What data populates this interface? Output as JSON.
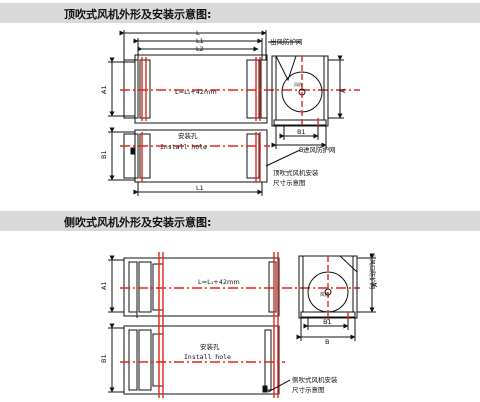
{
  "section1": {
    "heading": "顶吹式风机外形及安装示意图:",
    "dims": {
      "L": "L",
      "L1": "L1",
      "L2": "L2",
      "A": "A",
      "A1": "A1",
      "B": "B",
      "B1": "B1"
    },
    "center_label": "L=L₁+42mm",
    "outlet_label": "出风防护网",
    "inlet_label": "进风防护网",
    "fan_label": "风机",
    "hole_cn": "安装孔",
    "hole_en": "Install hole",
    "caption_1": "顶吹式风机安装",
    "caption_2": "尺寸示意图"
  },
  "section2": {
    "heading": "侧吹式风机外形及安装示意图:",
    "dims": {
      "A": "A",
      "A1": "A1",
      "B": "B",
      "B1": "B1"
    },
    "center_label": "L=L₁+42mm",
    "outlet_label": "出风口防护网",
    "fan_label": "风机",
    "hole_cn": "安装孔",
    "hole_en": "Install hole",
    "caption_1": "侧吹式风机安装",
    "caption_2": "尺寸示意图"
  },
  "colors": {
    "red": "#e0261c",
    "line": "#111111",
    "header_bg": "#d9d9d9"
  }
}
